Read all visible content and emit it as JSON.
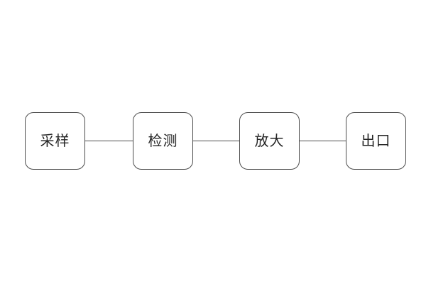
{
  "diagram": {
    "type": "flowchart",
    "direction": "horizontal",
    "nodes": [
      {
        "id": "sampling",
        "label": "采样"
      },
      {
        "id": "detection",
        "label": "检测"
      },
      {
        "id": "amplification",
        "label": "放大"
      },
      {
        "id": "output",
        "label": "出口"
      }
    ],
    "connections": [
      {
        "from": "采样",
        "to": "检测"
      },
      {
        "from": "检测",
        "to": "放大"
      },
      {
        "from": "放大",
        "to": "出口"
      }
    ],
    "colors": {
      "canvas_bg": "#ffffff",
      "node_fill": "#ffffff",
      "node_border": "#4d4d4d",
      "connector": "#4d4d4d",
      "label_text": "#262626"
    }
  }
}
